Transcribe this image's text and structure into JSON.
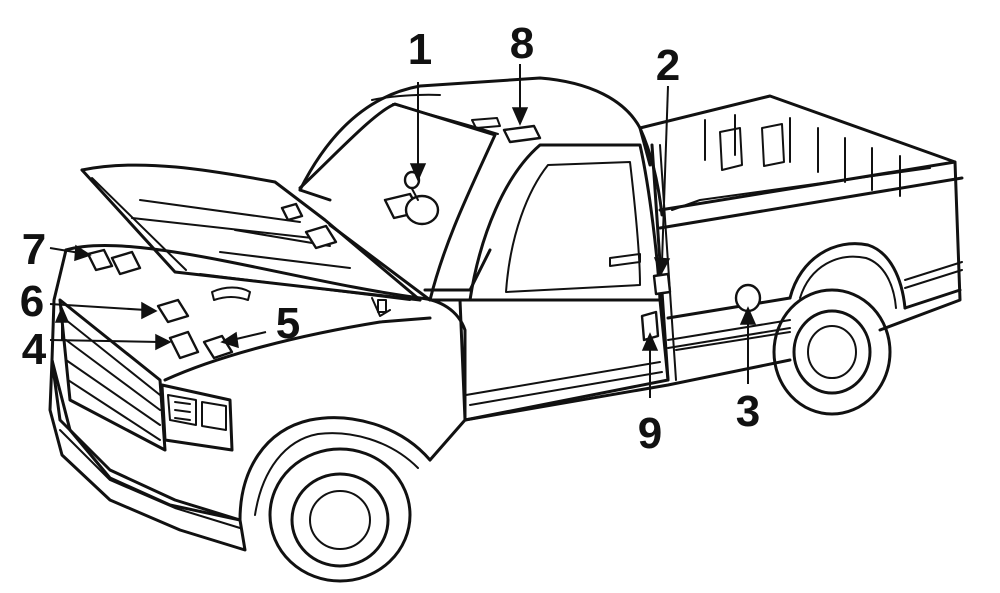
{
  "callouts": [
    {
      "id": "1",
      "label": "1"
    },
    {
      "id": "2",
      "label": "2"
    },
    {
      "id": "3",
      "label": "3"
    },
    {
      "id": "4",
      "label": "4"
    },
    {
      "id": "5",
      "label": "5"
    },
    {
      "id": "6",
      "label": "6"
    },
    {
      "id": "7",
      "label": "7"
    },
    {
      "id": "8",
      "label": "8"
    },
    {
      "id": "9",
      "label": "9"
    }
  ],
  "colors": {
    "ink": "#111111",
    "background": "#ffffff"
  },
  "icons": [
    "pickup-truck-illustration",
    "arrow-pointer"
  ]
}
